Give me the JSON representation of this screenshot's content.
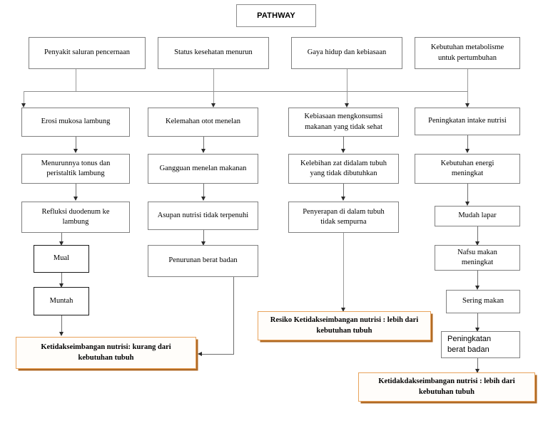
{
  "diagram": {
    "title": "PATHWAY",
    "nodes": {
      "n_title": {
        "label": "PATHWAY"
      },
      "r1_c1": {
        "label": "Penyakit saluran pencernaan"
      },
      "r1_c2": {
        "label": "Status kesehatan menurun"
      },
      "r1_c3": {
        "label": "Gaya hidup dan kebiasaan"
      },
      "r1_c4": {
        "label": "Kebutuhan metabolisme\nuntuk pertumbuhan"
      },
      "r2_c1": {
        "label": "Erosi mukosa lambung"
      },
      "r2_c2": {
        "label": "Kelemahan otot menelan"
      },
      "r2_c3": {
        "label": "Kebiasaan mengkonsumsi\nmakanan yang tidak sehat"
      },
      "r2_c4": {
        "label": "Peningkatan intake nutrisi"
      },
      "r3_c1": {
        "label": "Menurunnya tonus dan\nperistaltik lambung"
      },
      "r3_c2": {
        "label": "Gangguan menelan makanan"
      },
      "r3_c3": {
        "label": "Kelebihan zat didalam tubuh\nyang tidak dibutuhkan"
      },
      "r3_c4": {
        "label": "Kebutuhan energi\nmeningkat"
      },
      "r4_c1": {
        "label": "Refluksi duodenum ke\nlambung"
      },
      "r4_c2": {
        "label": "Asupan nutrisi tidak terpenuhi"
      },
      "r4_c3": {
        "label": "Penyerapan di dalam tubuh\ntidak sempurna"
      },
      "r4_c4": {
        "label": "Mudah lapar"
      },
      "r5_c1": {
        "label": "Mual"
      },
      "r5_c2": {
        "label": "Penurunan berat badan"
      },
      "r5_c4": {
        "label": "Nafsu makan\nmeningkat"
      },
      "r6_c1": {
        "label": "Muntah"
      },
      "r6_c4": {
        "label": "Sering makan"
      },
      "r7_c4": {
        "label": "Peningkatan\nberat badan"
      },
      "out_left": {
        "label": "Ketidakseimbangan nutrisi: kurang dari\nkebutuhan tubuh"
      },
      "out_mid": {
        "label": "Resiko Ketidakseimbangan nutrisi : lebih dari\nkebutuhan tubuh"
      },
      "out_bottom": {
        "label": "Ketidakdakseimbangan nutrisi : lebih dari\nkebutuhan tubuh"
      }
    },
    "colors": {
      "node_border": "#808080",
      "outcome_border": "#e8a35c",
      "outcome_shadow": "#b06a25",
      "connector": "#6e6e6e",
      "arrow": "#2b2b2b",
      "background": "#ffffff",
      "text": "#000000"
    }
  }
}
